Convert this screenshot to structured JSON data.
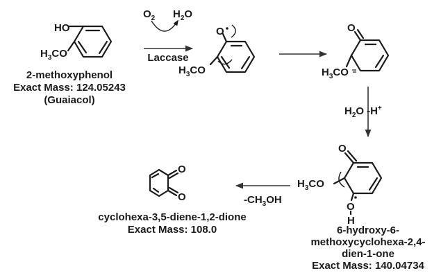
{
  "guaiacol": {
    "ho": "HO",
    "h3co_main": "H",
    "h3co_sub": "3",
    "h3co_tail": "CO",
    "name": "2-methoxyphenol",
    "mass": "Exact Mass: 124.05243",
    "common": "(Guaiacol)"
  },
  "step1": {
    "o2_main": "O",
    "o2_sub": "2",
    "h2o_main": "H",
    "h2o_sub": "2",
    "h2o_tail": "O",
    "enzyme": "Laccase"
  },
  "radical": {
    "o": "O",
    "h3co_main": "H",
    "h3co_sub": "3",
    "h3co_tail": "CO"
  },
  "quinone_radical": {
    "o": "O",
    "h3co_main": "H",
    "h3co_sub": "3",
    "h3co_tail": "CO"
  },
  "step3": {
    "h2o_main": "H",
    "h2o_sub": "2",
    "h2o_tail": "O",
    "minus_h": "-H",
    "plus": "+"
  },
  "hydroxy": {
    "o_top": "O",
    "h3co_main": "H",
    "h3co_sub": "3",
    "h3co_tail": "CO",
    "o_bottom": "O",
    "h": "H",
    "name_l1": "6-hydroxy-6-",
    "name_l2": "methoxycyclohexa-2,4-",
    "name_l3": "dien-1-one",
    "mass": "Exact Mass: 140.04734"
  },
  "step4": {
    "reagent_main": "-CH",
    "reagent_sub": "3",
    "reagent_tail": "OH"
  },
  "dione": {
    "o_top": "O",
    "o_bottom": "O",
    "name": "cyclohexa-3,5-diene-1,2-dione",
    "mass": "Exact Mass: 108.0"
  }
}
